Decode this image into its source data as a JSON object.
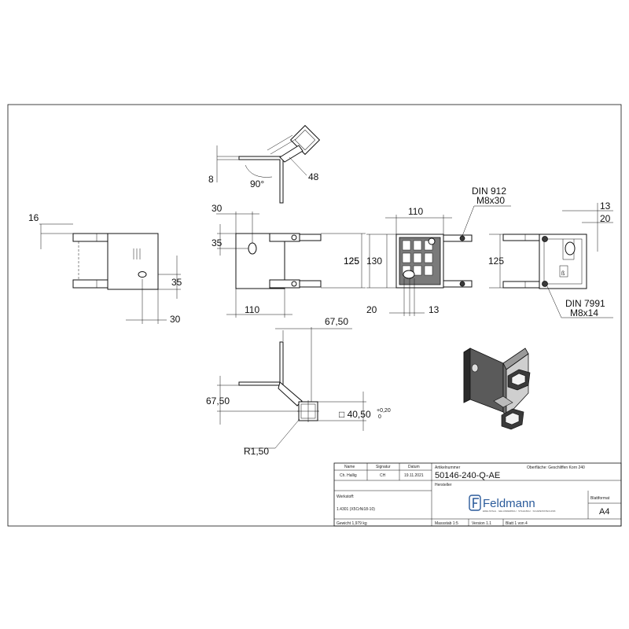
{
  "dimensions": {
    "top_view": {
      "thickness": "8",
      "angle": "90°",
      "size": "48"
    },
    "left_view": {
      "height": "16",
      "hole_offset": "35",
      "hole_edge": "30"
    },
    "front_view": {
      "top": "30",
      "side": "35",
      "height": "125",
      "width": "110"
    },
    "rear_view": {
      "width": "110",
      "h1": "125",
      "h2": "130",
      "left": "20",
      "right": "13",
      "screw": "DIN 912",
      "screw_size": "M8x30"
    },
    "side_view": {
      "d13": "13",
      "d20": "20",
      "height": "125",
      "screw": "DIN 7991",
      "screw_size": "M8x14"
    },
    "bottom_view": {
      "offset_x": "67,50",
      "offset_y": "67,50",
      "tube": "□ 40,50",
      "tol_upper": "+0,20",
      "tol_lower": "0",
      "radius": "R1,50"
    }
  },
  "title_block": {
    "col_name": "Name",
    "col_signature": "Signatur",
    "col_date": "Datum",
    "name": "Ch. Hallig",
    "signature": "CH",
    "date": "19.11.2021",
    "article_label": "Artikelnummer",
    "article_number": "50146-240-Q-AE",
    "surface": "Oberfläche:  Geschliffen Korn 240",
    "maker_label": "Hersteller",
    "brand": "Feldmann",
    "brand_tagline": "EDELSTAHL · GELÄNDERBAU · STAHLBAU · SCHWEISSTECHNIK",
    "sheet_format_label": "Blattformat",
    "sheet_format": "A4",
    "material_label": "Werkstoff:",
    "material": "1.4301 (X5CrNi18-10)",
    "weight": "Gewicht 1,979 kg",
    "scale": "Massstab 1:5",
    "version": "Version 1.1",
    "sheet": "Blatt 1 von 4"
  }
}
